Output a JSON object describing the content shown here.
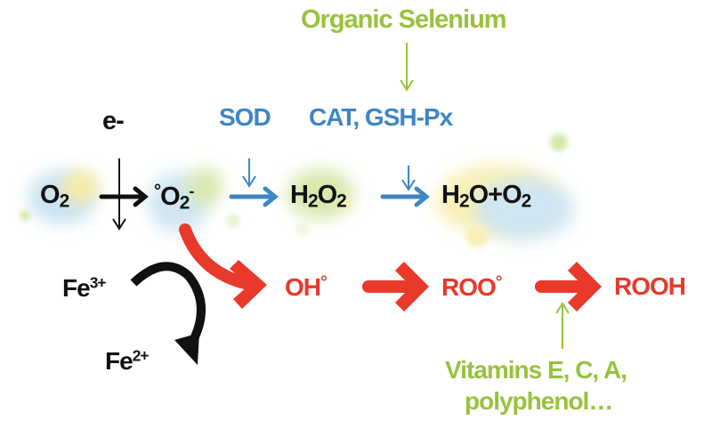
{
  "colors": {
    "black": "#111111",
    "blue": "#3d86c6",
    "red": "#e8392b",
    "green": "#97c23c"
  },
  "top_label": "Organic Selenium",
  "electron": "e-",
  "enzymes": {
    "sod": "SOD",
    "cat_gsh": "CAT, GSH-Px"
  },
  "species": {
    "o2": {
      "base": "O",
      "sub": "2"
    },
    "superoxide": {
      "pre": "°",
      "base": "O",
      "sub": "2",
      "sup": "-"
    },
    "h2o2": {
      "a": "H",
      "s1": "2",
      "b": "O",
      "s2": "2"
    },
    "products": {
      "a": "H",
      "s1": "2",
      "b": "O+O",
      "s2": "2"
    },
    "oh": {
      "base": "OH",
      "deg": "°"
    },
    "roo": {
      "base": "ROO",
      "deg": "°"
    },
    "rooh": "ROOH",
    "fe3": {
      "base": "Fe",
      "sup": "3+"
    },
    "fe2": {
      "base": "Fe",
      "sup": "2+"
    }
  },
  "antioxidants": {
    "line1": "Vitamins E, C, A,",
    "line2": "polyphenol…"
  }
}
